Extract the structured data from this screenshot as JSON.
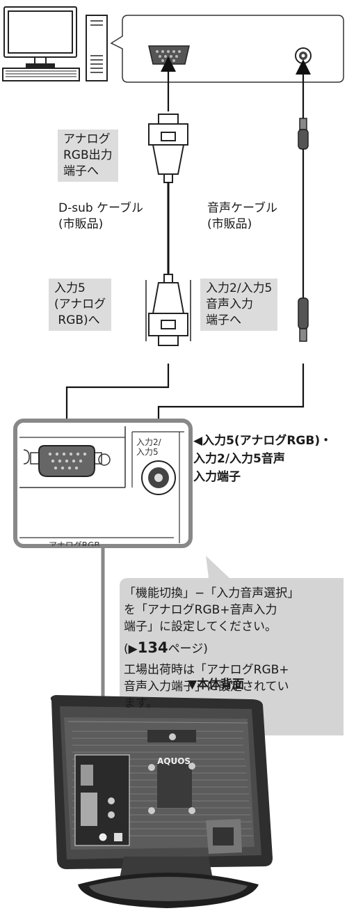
{
  "labels": {
    "pc_output": "アナログ\nRGB出力\n端子へ",
    "dsub_cable": "D-sub ケーブル\n(市販品)",
    "audio_cable": "音声ケーブル\n(市販品)",
    "input5": "入力5\n(アナログ\n RGB)へ",
    "input2_5_audio": "入力2/入力5\n音声入力\n端子へ",
    "terminal_callout": "◀入力5(アナログRGB)・\n入力2/入力5音声\n入力端子",
    "panel_input_label": "入力2/\n入力5",
    "panel_rgb_label": "アナログRGB",
    "back_view": "▼本体背面",
    "brand": "AQUOS"
  },
  "note": {
    "line1": "「機能切換」−「入力音声選択」\nを「アナログRGB+音声入力\n端子」に設定してください。",
    "ref_prefix": "(▶",
    "ref_page": "134",
    "ref_suffix": "ページ)",
    "line2": "工場出荷時は「アナログRGB+\n音声入力端子」に設定されてい\nます。"
  }
}
